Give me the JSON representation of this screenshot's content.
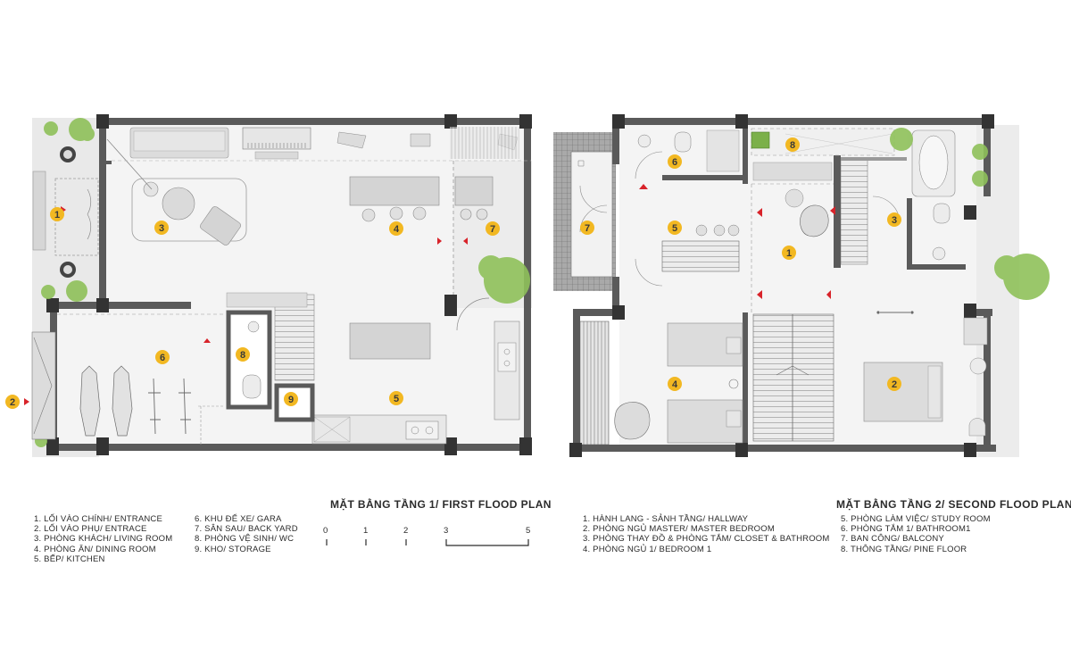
{
  "first_floor": {
    "title": "MẶT BẰNG TẦNG 1/ FIRST FLOOD PLAN",
    "legend_col1": [
      "1. LỐI VÀO CHÍNH/ ENTRANCE",
      "2. LỐI VÀO PHỤ/ ENTRACE",
      "3. PHÒNG KHÁCH/ LIVING ROOM",
      "4. PHÒNG ĂN/ DINING ROOM",
      "5. BẾP/ KITCHEN"
    ],
    "legend_col2": [
      "6. KHU ĐỂ XE/ GARA",
      "7. SÂN SAU/ BACK YARD",
      "8. PHÒNG VỆ SINH/ WC",
      "9. KHO/ STORAGE"
    ],
    "room_markers": [
      "1",
      "2",
      "3",
      "4",
      "5",
      "6",
      "7",
      "8",
      "9"
    ]
  },
  "second_floor": {
    "title": "MẶT BẰNG TẦNG 2/ SECOND FLOOD PLAN",
    "legend_col1": [
      "1. HÀNH LANG - SẢNH TẦNG/ HALLWAY",
      "2. PHÒNG NGỦ MASTER/ MASTER BEDROOM",
      "3. PHÒNG THAY ĐỒ & PHÒNG TẮM/ CLOSET & BATHROOM",
      "4. PHÒNG NGỦ 1/ BEDROOM 1"
    ],
    "legend_col2": [
      "5. PHÒNG LÀM VIỆC/ STUDY ROOM",
      "6. PHÒNG TẮM 1/ BATHROOM1",
      "7. BAN CÔNG/ BALCONY",
      "8. THÔNG TẦNG/ PINE FLOOR"
    ],
    "room_markers": [
      "1",
      "2",
      "3",
      "4",
      "5",
      "6",
      "7",
      "8"
    ]
  },
  "scale_bar": {
    "labels": [
      "0",
      "1",
      "2",
      "3",
      "5"
    ]
  },
  "colors": {
    "wall": "#5a5a5a",
    "column": "#3a3a3a",
    "floor": "#f4f4f4",
    "marker_fill": "#f2b822",
    "arrow": "#d8232a",
    "plant": "#8fc15a",
    "furniture": "#d9d9d9"
  }
}
